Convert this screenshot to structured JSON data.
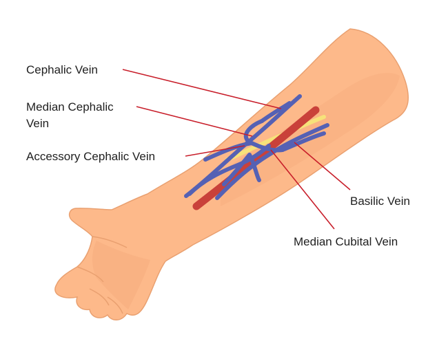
{
  "labels": {
    "cephalic": "Cephalic Vein",
    "median_cephalic_line1": "Median Cephalic",
    "median_cephalic_line2": "Vein",
    "accessory_cephalic": "Accessory Cephalic Vein",
    "basilic": "Basilic Vein",
    "median_cubital": "Median Cubital Vein"
  },
  "colors": {
    "skin": "#FDB98A",
    "skin_shadow": "#F3A977",
    "skin_outline": "#E9A070",
    "vein": "#5561B4",
    "artery": "#C9413A",
    "nerve": "#F6E27A",
    "leader_line": "#C81E2A"
  }
}
